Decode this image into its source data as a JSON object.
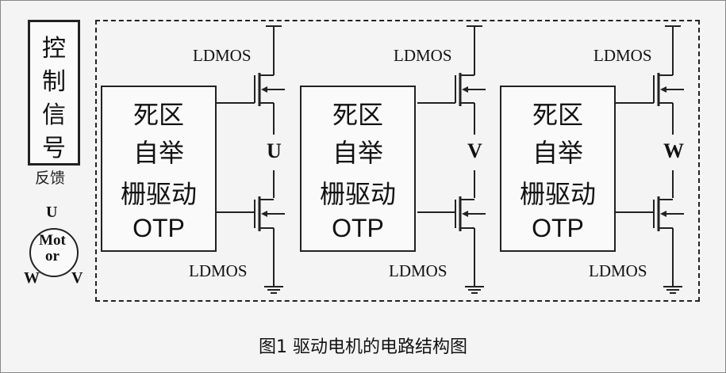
{
  "control": {
    "chars": [
      "控",
      "制",
      "信",
      "号"
    ]
  },
  "feedback_label": "反馈",
  "motor": {
    "u": "U",
    "v": "V",
    "w": "W",
    "line1": "Mot",
    "line2": "or"
  },
  "block_lines": [
    "死区",
    "自举",
    "栅驱动",
    "OTP"
  ],
  "transistor_label": "LDMOS",
  "phases": [
    "U",
    "V",
    "W"
  ],
  "caption": "图1   驱动电机的电路结构图"
}
